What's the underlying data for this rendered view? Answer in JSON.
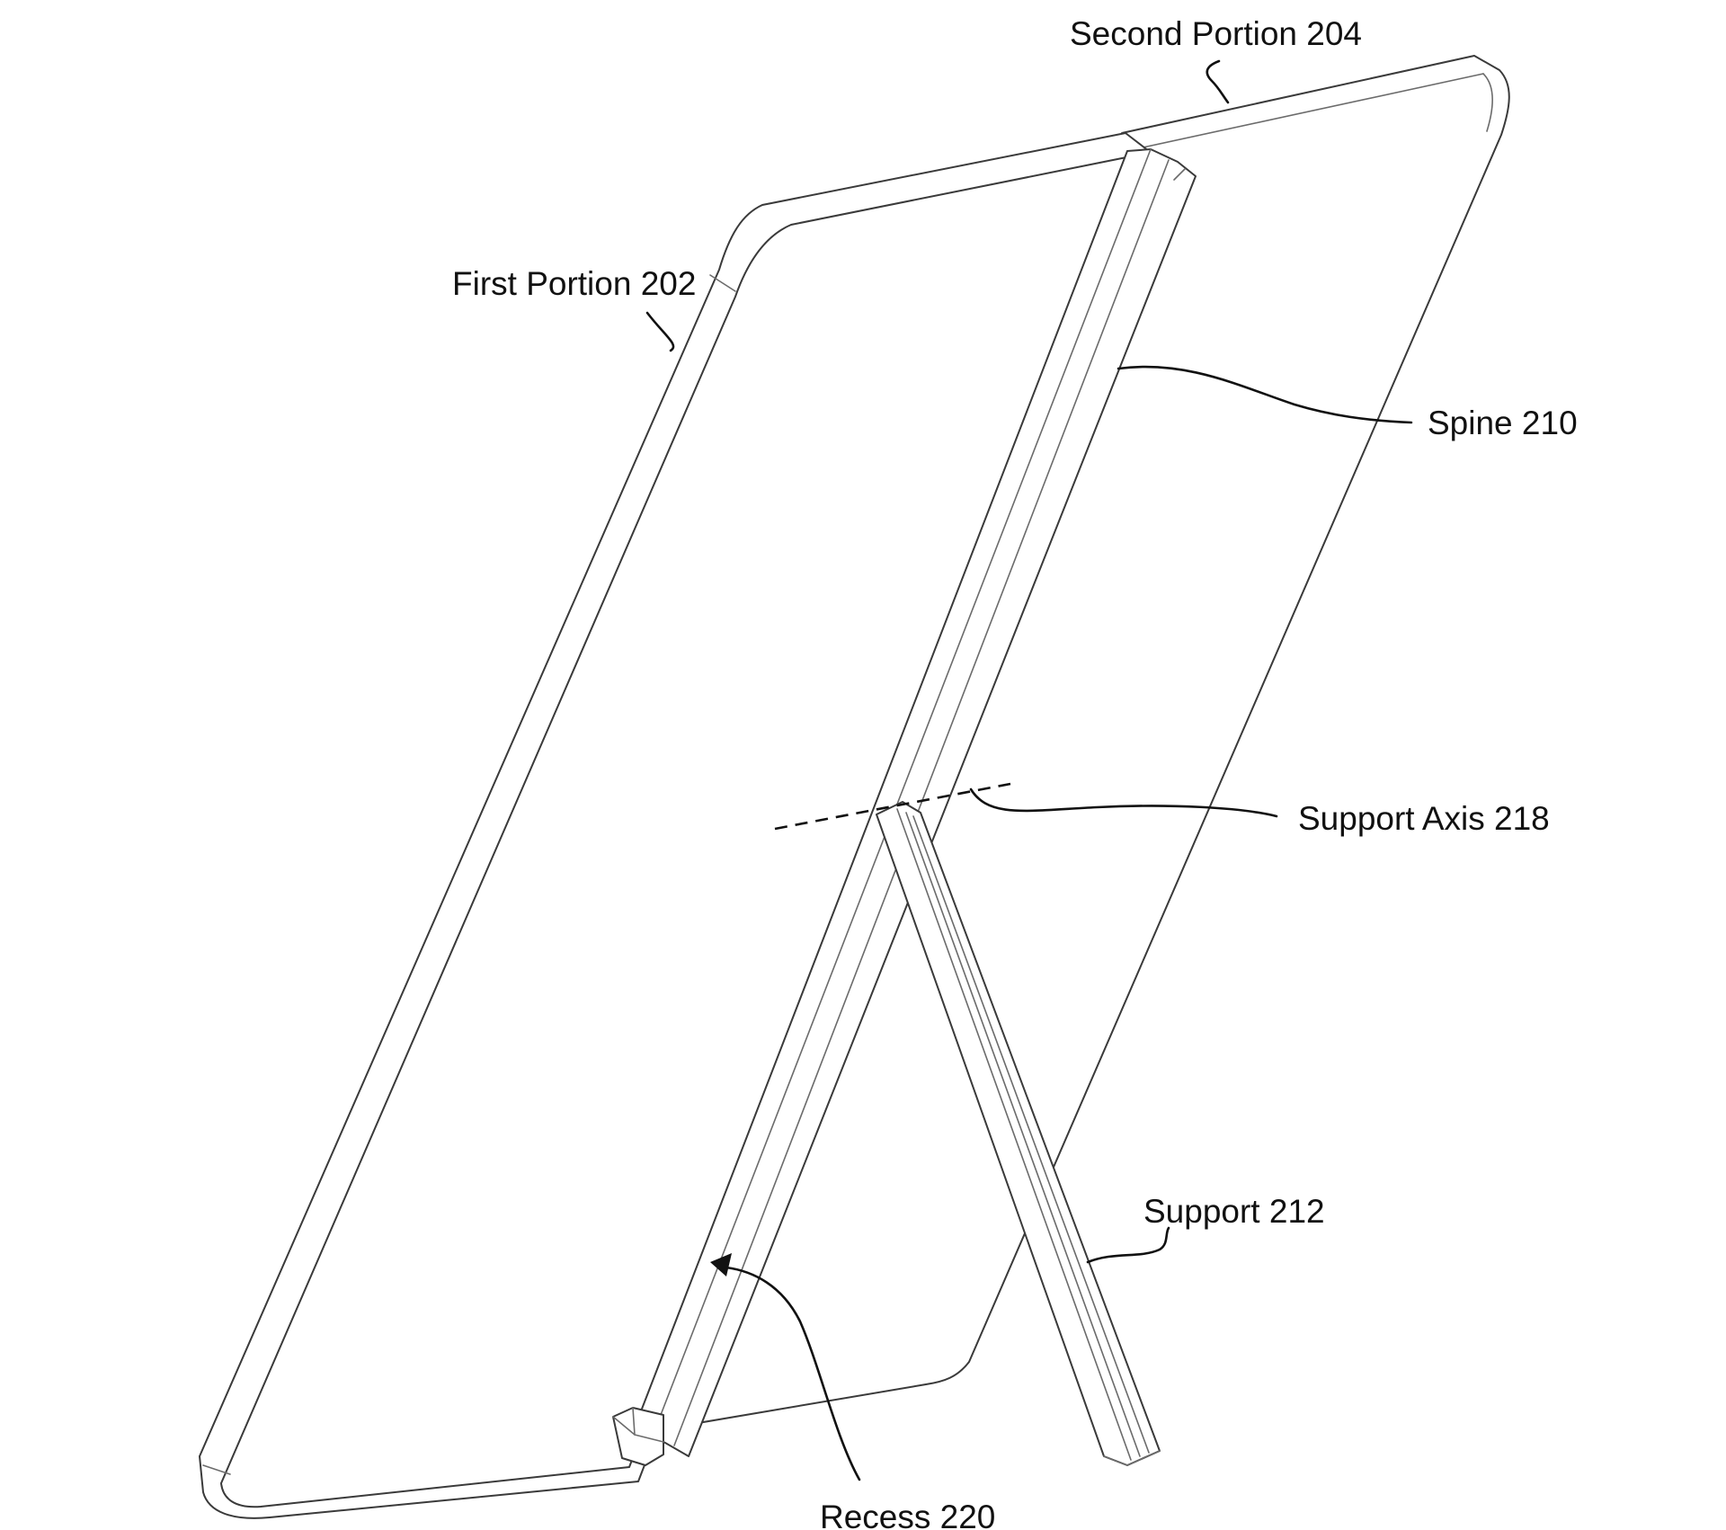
{
  "labels": {
    "second_portion": "Second Portion 204",
    "first_portion": "First Portion 202",
    "spine": "Spine 210",
    "support_axis": "Support Axis 218",
    "support": "Support 212",
    "recess": "Recess 220"
  }
}
